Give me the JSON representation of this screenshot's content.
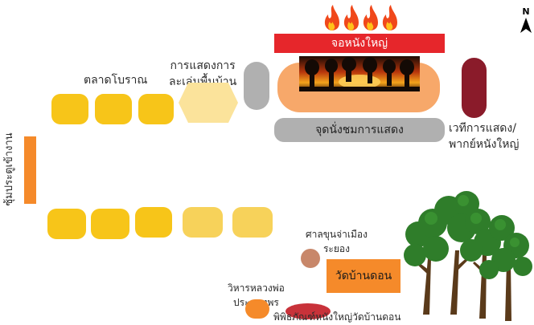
{
  "labels": {
    "screen": "จอหนังใหญ่",
    "audience": "จุดนั่งชมการแสดง",
    "market": "ตลาดโบราณ",
    "folk_line1": "การแสดงการ",
    "folk_line2": "ละเล่นพื้นบ้าน",
    "stage_line1": "เวทีการแสดง/",
    "stage_line2": "พากย์หนังใหญ่",
    "entrance": "ซุ้มประตูเข้างาน",
    "shrine_line1": "ศาลขุนจ่าเมือง",
    "shrine_line2": "ระยอง",
    "temple": "วัดบ้านดอน",
    "vihara_line1": "วิหารหลวงพ่อ",
    "vihara_line2": "ประสาทพร",
    "museum": "พิพิธภัณฑ์หนังใหญ่วัดบ้านดอน",
    "north": "N"
  },
  "colors": {
    "screen_red": "#e6262b",
    "stage_peach": "#f7a86a",
    "booth_yellow": "#f7c519",
    "booth_pale": "#f7d25a",
    "folk_hex": "#fbe39b",
    "grey": "#b0b0b0",
    "stage_maroon": "#8a1b2a",
    "entrance_orange": "#f58a2a",
    "temple_orange": "#f58a2a",
    "shrine_brown": "#c8876a",
    "museum_red": "#c8323a",
    "tree_green": "#2f7d2a",
    "trunk_brown": "#5a3a1a"
  }
}
